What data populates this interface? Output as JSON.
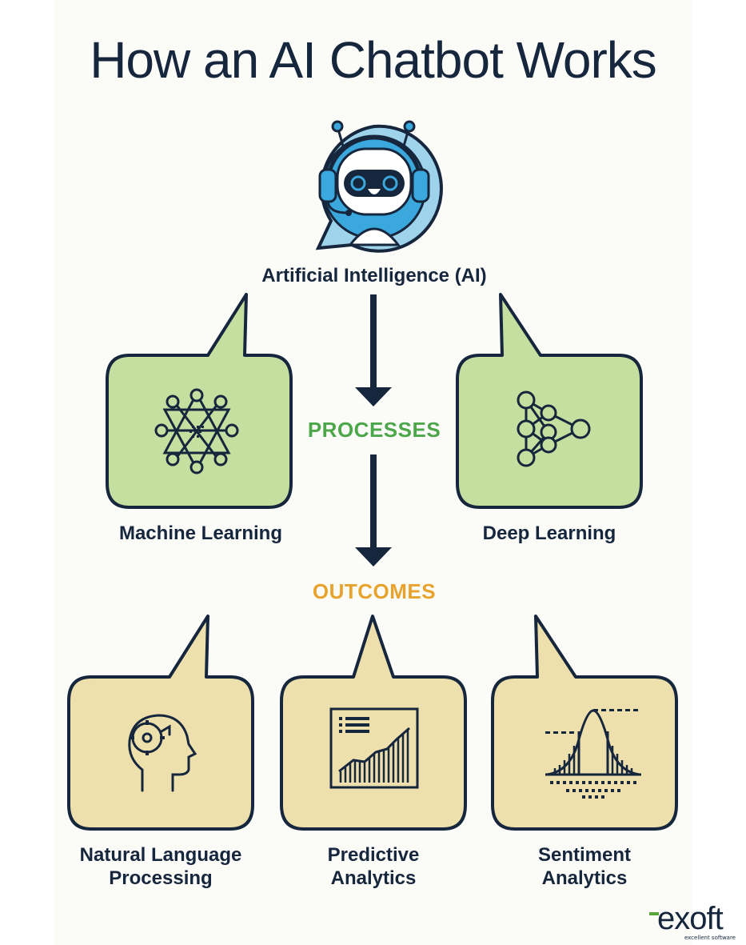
{
  "title": "How an AI Chatbot Works",
  "top_node": {
    "label": "Artificial Intelligence (AI)",
    "icon": "chatbot-robot-icon"
  },
  "stages": {
    "processes": "PROCESSES",
    "outcomes": "OUTCOMES"
  },
  "processes": [
    {
      "label": "Machine Learning",
      "icon": "neural-network-icon"
    },
    {
      "label": "Deep Learning",
      "icon": "deep-neural-layers-icon"
    }
  ],
  "outcomes": [
    {
      "label_line1": "Natural Language",
      "label_line2": "Processing",
      "icon": "head-gear-icon"
    },
    {
      "label_line1": "Predictive",
      "label_line2": "Analytics",
      "icon": "bar-chart-icon"
    },
    {
      "label_line1": "Sentiment",
      "label_line2": "Analytics",
      "icon": "bell-curve-icon"
    }
  ],
  "logo": {
    "word": "exoft",
    "tagline": "excellent software"
  },
  "colors": {
    "navy": "#16263d",
    "green_fill": "#c4df9f",
    "tan_fill": "#ede0ad",
    "processes_text": "#4ca64a",
    "outcomes_text": "#e8a32d",
    "robot_blue": "#3aa8dc",
    "robot_light": "#9fd3ec"
  }
}
